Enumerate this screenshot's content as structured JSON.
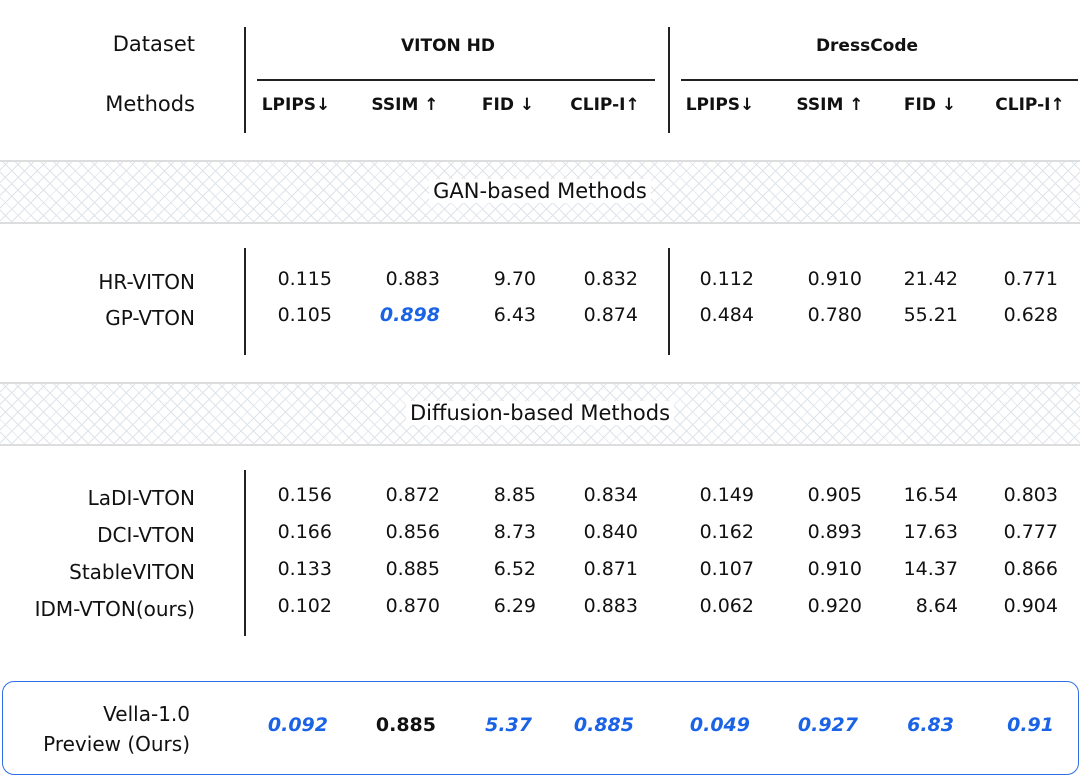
{
  "header": {
    "dataset_label": "Dataset",
    "methods_label": "Methods",
    "groups": [
      "VITON HD",
      "DressCode"
    ],
    "columns": [
      "LPIPS↓",
      "SSIM ↑",
      "FID ↓",
      "CLIP-I↑",
      "LPIPS↓",
      "SSIM ↑",
      "FID ↓",
      "CLIP-I↑"
    ]
  },
  "sections": [
    {
      "title": "GAN-based Methods",
      "rows": [
        {
          "method": "HR-VITON",
          "values": [
            "0.115",
            "0.883",
            "9.70",
            "0.832",
            "0.112",
            "0.910",
            "21.42",
            "0.771"
          ],
          "best": []
        },
        {
          "method": "GP-VTON",
          "values": [
            "0.105",
            "0.898",
            "6.43",
            "0.874",
            "0.484",
            "0.780",
            "55.21",
            "0.628"
          ],
          "best": [
            1
          ]
        }
      ]
    },
    {
      "title": "Diffusion-based Methods",
      "rows": [
        {
          "method": "LaDI-VTON",
          "values": [
            "0.156",
            "0.872",
            "8.85",
            "0.834",
            "0.149",
            "0.905",
            "16.54",
            "0.803"
          ],
          "best": []
        },
        {
          "method": "DCI-VTON",
          "values": [
            "0.166",
            "0.856",
            "8.73",
            "0.840",
            "0.162",
            "0.893",
            "17.63",
            "0.777"
          ],
          "best": []
        },
        {
          "method": "StableVITON",
          "values": [
            "0.133",
            "0.885",
            "6.52",
            "0.871",
            "0.107",
            "0.910",
            "14.37",
            "0.866"
          ],
          "best": []
        },
        {
          "method": "IDM-VTON(ours)",
          "values": [
            "0.102",
            "0.870",
            "6.29",
            "0.883",
            "0.062",
            "0.920",
            "8.64",
            "0.904"
          ],
          "best": []
        }
      ]
    }
  ],
  "highlight": {
    "method_line1": "Vella-1.0",
    "method_line2": "Preview (Ours)",
    "values": [
      "0.092",
      "0.885",
      "5.37",
      "0.885",
      "0.049",
      "0.927",
      "6.83",
      "0.91"
    ],
    "best": [
      0,
      2,
      3,
      4,
      5,
      6,
      7
    ]
  },
  "colors": {
    "best": "#1a63e6",
    "box_border": "#2f6fe6"
  }
}
